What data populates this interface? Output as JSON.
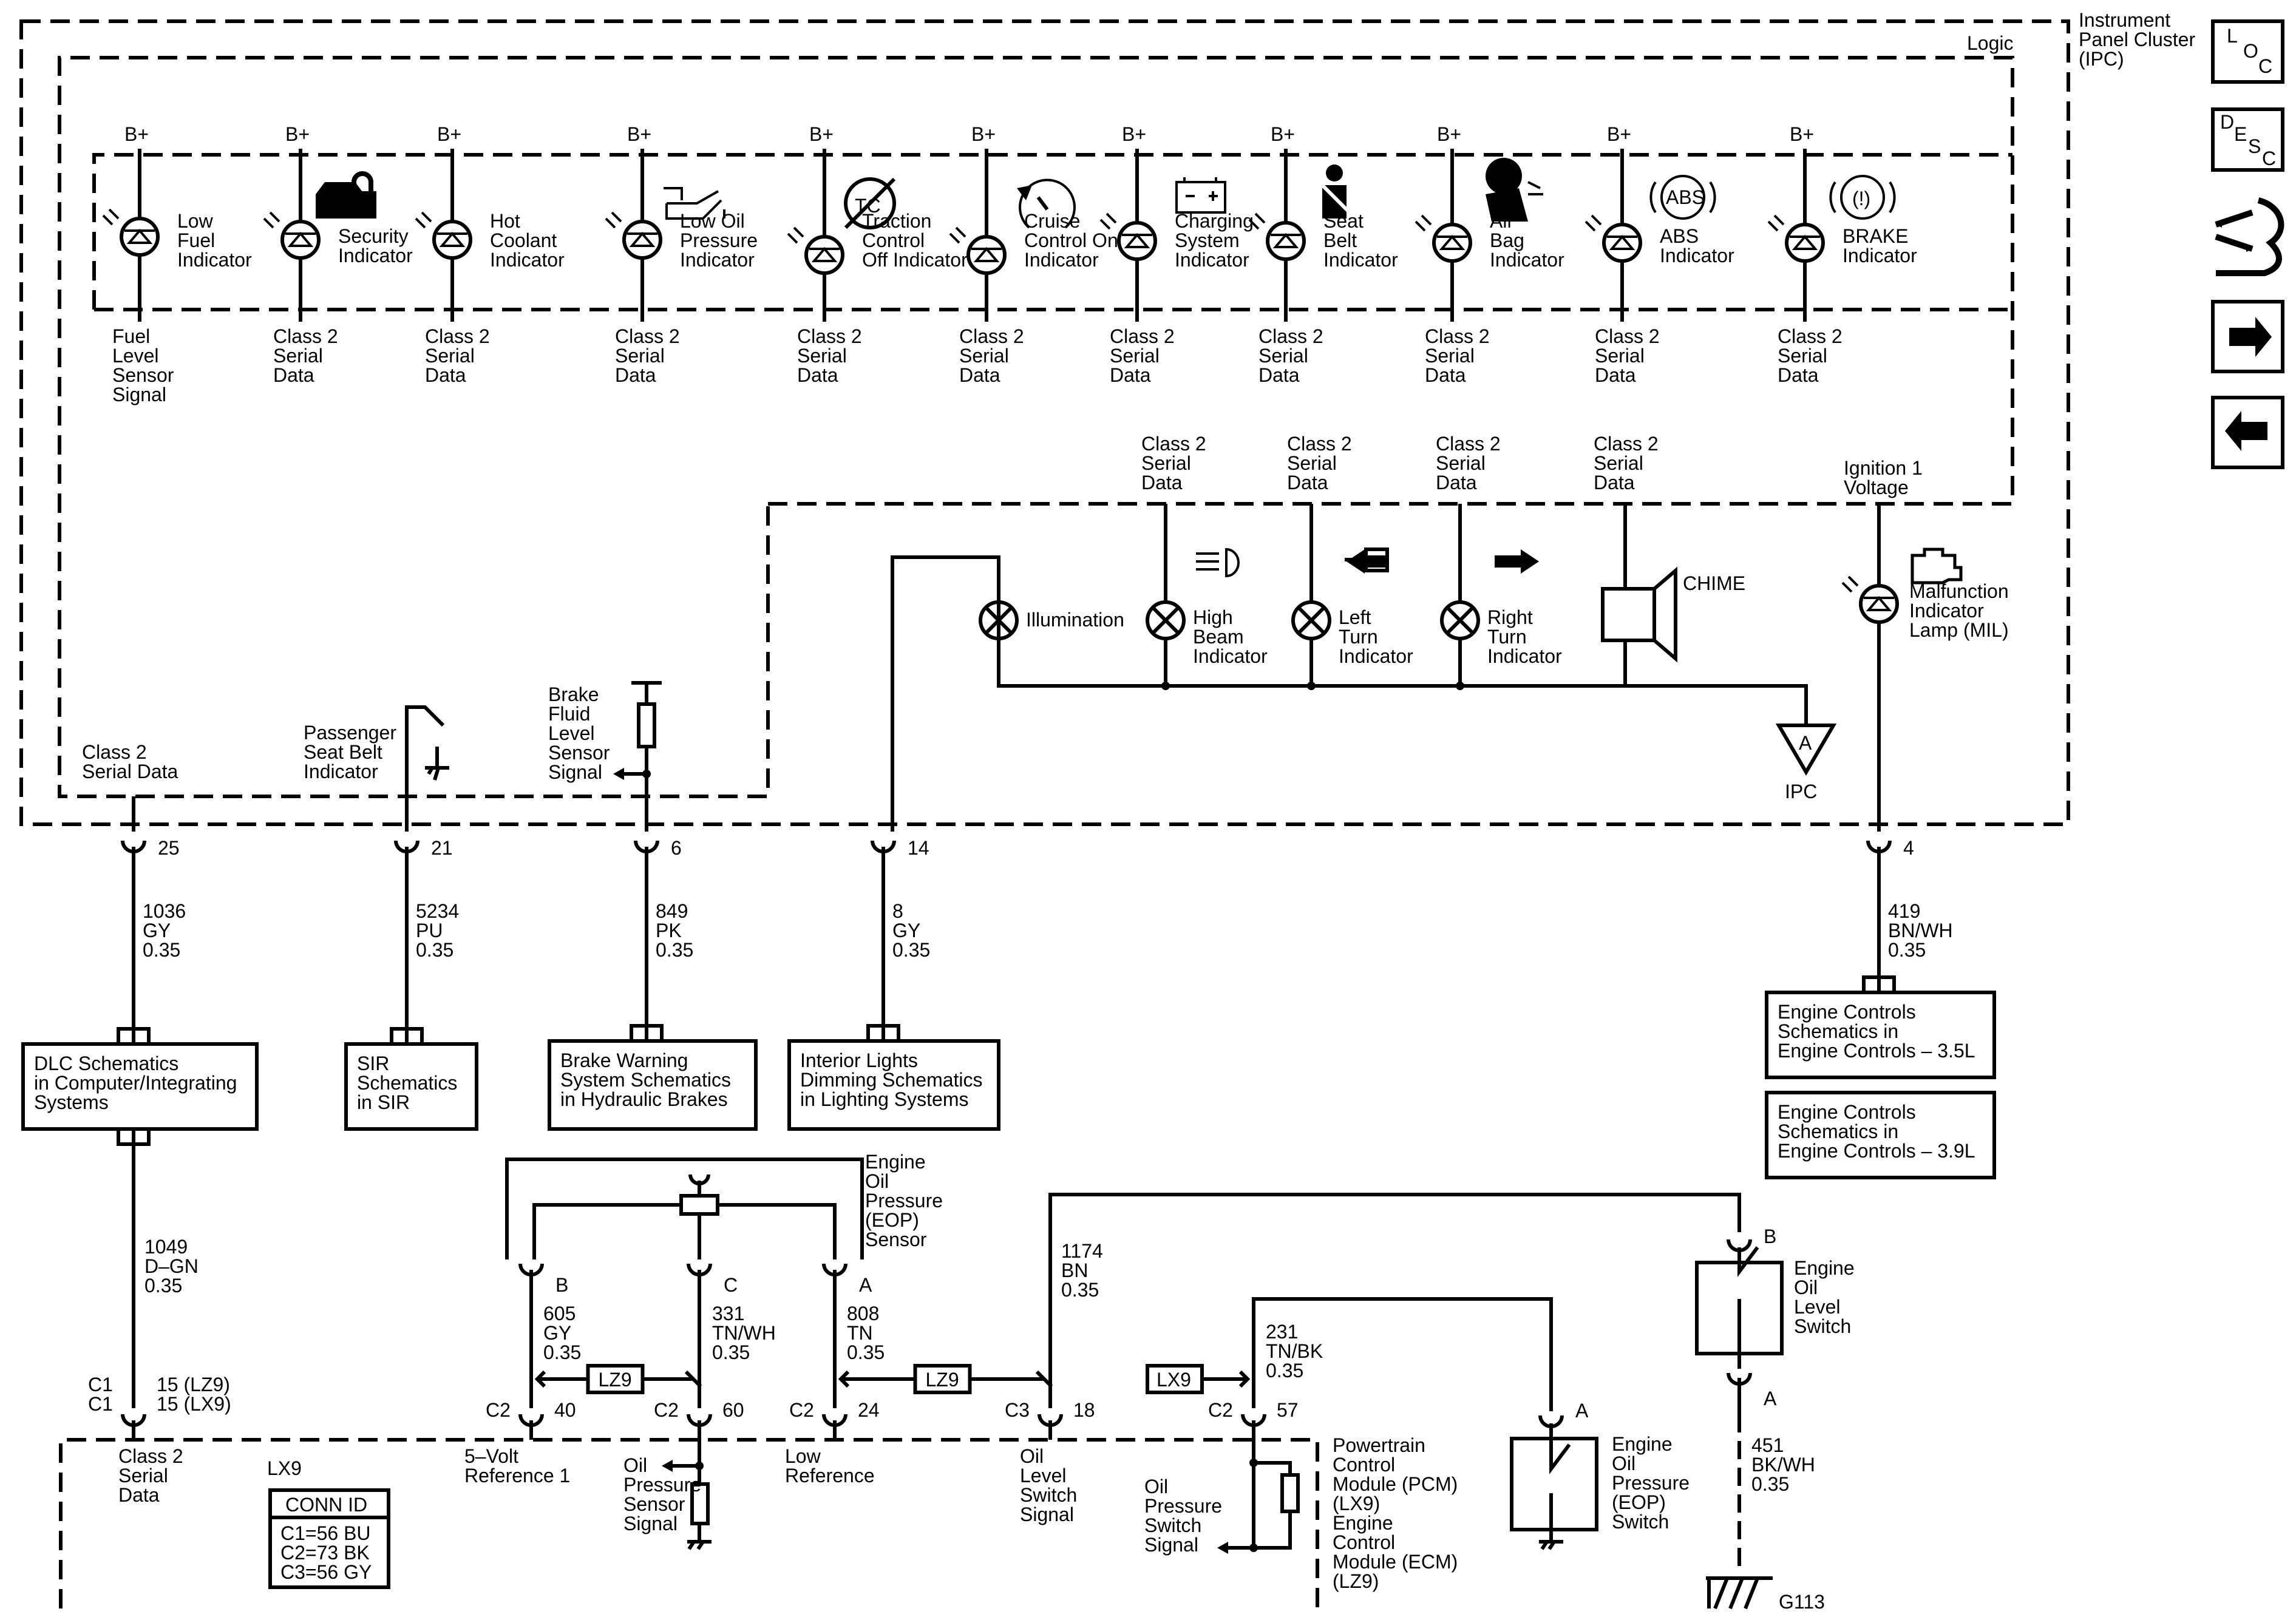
{
  "ipc": {
    "title": [
      "Instrument",
      "Panel Cluster",
      "(IPC)"
    ],
    "logic": "Logic",
    "ipc_label": "IPC",
    "ground_ref": "A"
  },
  "nav": {
    "loc": [
      "L",
      "O",
      "C"
    ],
    "desc": [
      "D",
      "E",
      "S",
      "C"
    ]
  },
  "bplus": "B+",
  "indicators": [
    {
      "name": [
        "Low",
        "Fuel",
        "Indicator"
      ],
      "below": [
        "Fuel",
        "Level",
        "Sensor",
        "Signal"
      ],
      "icon": "fuel-gauge-icon"
    },
    {
      "name": [
        "Security",
        "Indicator"
      ],
      "below": [
        "Class 2",
        "Serial",
        "Data"
      ],
      "icon": "car-lock-icon"
    },
    {
      "name": [
        "Hot",
        "Coolant",
        "Indicator"
      ],
      "below": [
        "Class 2",
        "Serial",
        "Data"
      ],
      "icon": "none"
    },
    {
      "name": [
        "Low Oil",
        "Pressure",
        "Indicator"
      ],
      "below": [
        "Class 2",
        "Serial",
        "Data"
      ],
      "icon": "oil-can-icon"
    },
    {
      "name": [
        "Traction",
        "Control",
        "Off Indicator"
      ],
      "below": [
        "Class 2",
        "Serial",
        "Data"
      ],
      "icon": "traction-off-icon"
    },
    {
      "name": [
        "Cruise",
        "Control On",
        "Indicator"
      ],
      "below": [
        "Class 2",
        "Serial",
        "Data"
      ],
      "icon": "speedometer-icon"
    },
    {
      "name": [
        "Charging",
        "System",
        "Indicator"
      ],
      "below": [
        "Class 2",
        "Serial",
        "Data"
      ],
      "icon": "battery-icon"
    },
    {
      "name": [
        "Seat",
        "Belt",
        "Indicator"
      ],
      "below": [
        "Class 2",
        "Serial",
        "Data"
      ],
      "icon": "seat-belt-icon"
    },
    {
      "name": [
        "Air",
        "Bag",
        "Indicator"
      ],
      "below": [
        "Class 2",
        "Serial",
        "Data"
      ],
      "icon": "air-bag-icon"
    },
    {
      "name": [
        "ABS",
        "Indicator"
      ],
      "below": [
        "Class 2",
        "Serial",
        "Data"
      ],
      "icon": "abs-icon"
    },
    {
      "name": [
        "BRAKE",
        "Indicator"
      ],
      "below": [
        "Class 2",
        "Serial",
        "Data"
      ],
      "icon": "brake-warning-icon"
    }
  ],
  "icon_text": {
    "abs": "ABS",
    "tc": "TC",
    "brake": "(!)"
  },
  "lamps": [
    {
      "name": [
        "Illumination"
      ]
    },
    {
      "name": [
        "High",
        "Beam",
        "Indicator"
      ],
      "above": [
        "Class 2",
        "Serial",
        "Data"
      ]
    },
    {
      "name": [
        "Left",
        "Turn",
        "Indicator"
      ],
      "above": [
        "Class 2",
        "Serial",
        "Data"
      ]
    },
    {
      "name": [
        "Right",
        "Turn",
        "Indicator"
      ],
      "above": [
        "Class 2",
        "Serial",
        "Data"
      ]
    }
  ],
  "chime": {
    "name": "CHIME",
    "above": [
      "Class 2",
      "Serial",
      "Data"
    ]
  },
  "mil": {
    "name": [
      "Malfunction",
      "Indicator",
      "Lamp (MIL)"
    ],
    "above": [
      "Ignition 1",
      "Voltage"
    ]
  },
  "left_signals": {
    "class2": [
      "Class 2",
      "Serial Data"
    ],
    "seatbelt": [
      "Passenger",
      "Seat Belt",
      "Indicator"
    ],
    "brake": [
      "Brake",
      "Fluid",
      "Level",
      "Sensor",
      "Signal"
    ]
  },
  "pins": [
    {
      "pin": "25",
      "wire": [
        "1036",
        "GY",
        "0.35"
      ]
    },
    {
      "pin": "21",
      "wire": [
        "5234",
        "PU",
        "0.35"
      ]
    },
    {
      "pin": "6",
      "wire": [
        "849",
        "PK",
        "0.35"
      ]
    },
    {
      "pin": "14",
      "wire": [
        "8",
        "GY",
        "0.35"
      ]
    },
    {
      "pin": "4",
      "wire": [
        "419",
        "BN/WH",
        "0.35"
      ]
    }
  ],
  "ref_boxes": [
    [
      "DLC Schematics",
      "in Computer/Integrating",
      "Systems"
    ],
    [
      "SIR",
      "Schematics",
      "in SIR"
    ],
    [
      "Brake Warning",
      "System Schematics",
      "in Hydraulic Brakes"
    ],
    [
      "Interior Lights",
      "Dimming Schematics",
      "in Lighting Systems"
    ],
    [
      "Engine Controls",
      "Schematics in",
      "Engine Controls – 3.5L"
    ],
    [
      "Engine Controls",
      "Schematics in",
      "Engine Controls – 3.9L"
    ]
  ],
  "eop_sensor": {
    "name": [
      "Engine",
      "Oil",
      "Pressure",
      "(EOP)",
      "Sensor"
    ],
    "pins": [
      "B",
      "C",
      "A"
    ]
  },
  "bottom_wires": [
    {
      "wire": [
        "1049",
        "D–GN",
        "0.35"
      ]
    },
    {
      "wire": [
        "605",
        "GY",
        "0.35"
      ]
    },
    {
      "wire": [
        "331",
        "TN/WH",
        "0.35"
      ]
    },
    {
      "wire": [
        "808",
        "TN",
        "0.35"
      ]
    },
    {
      "wire": [
        "1174",
        "BN",
        "0.35"
      ]
    },
    {
      "wire": [
        "231",
        "TN/BK",
        "0.35"
      ]
    },
    {
      "wire": [
        "451",
        "BK/WH",
        "0.35"
      ]
    }
  ],
  "options": {
    "lz9": "LZ9",
    "lx9": "LX9"
  },
  "pcm_conns": [
    {
      "conn": [
        "C1",
        "C1"
      ],
      "pin": [
        "15 (LZ9)",
        "15 (LX9)"
      ],
      "label": [
        "Class 2",
        "Serial",
        "Data"
      ]
    },
    {
      "conn": [
        "C2"
      ],
      "pin": [
        "40"
      ],
      "label": [
        "5–Volt",
        "Reference 1"
      ]
    },
    {
      "conn": [
        "C2"
      ],
      "pin": [
        "60"
      ],
      "label": [
        "Oil",
        "Pressure",
        "Sensor",
        "Signal"
      ]
    },
    {
      "conn": [
        "C2"
      ],
      "pin": [
        "24"
      ],
      "label": [
        "Low",
        "Reference"
      ]
    },
    {
      "conn": [
        "C3"
      ],
      "pin": [
        "18"
      ],
      "label": [
        "Oil",
        "Level",
        "Switch",
        "Signal"
      ]
    },
    {
      "conn": [
        "C2"
      ],
      "pin": [
        "57"
      ],
      "label": [
        "Oil",
        "Pressure",
        "Switch",
        "Signal"
      ]
    }
  ],
  "pcm": {
    "name": [
      "Powertrain",
      "Control",
      "Module (PCM)",
      "(LX9)",
      "Engine",
      "Control",
      "Module (ECM)",
      "(LZ9)"
    ],
    "lx9": "LX9"
  },
  "conn_id": {
    "title": "CONN ID",
    "rows": [
      "C1=56 BU",
      "C2=73 BK",
      "C3=56 GY"
    ]
  },
  "eop_switch": {
    "name": [
      "Engine",
      "Oil",
      "Pressure",
      "(EOP)",
      "Switch"
    ],
    "pin": "A"
  },
  "level_switch": {
    "name": [
      "Engine",
      "Oil",
      "Level",
      "Switch"
    ],
    "pins": [
      "B",
      "A"
    ]
  },
  "ground": "G113"
}
